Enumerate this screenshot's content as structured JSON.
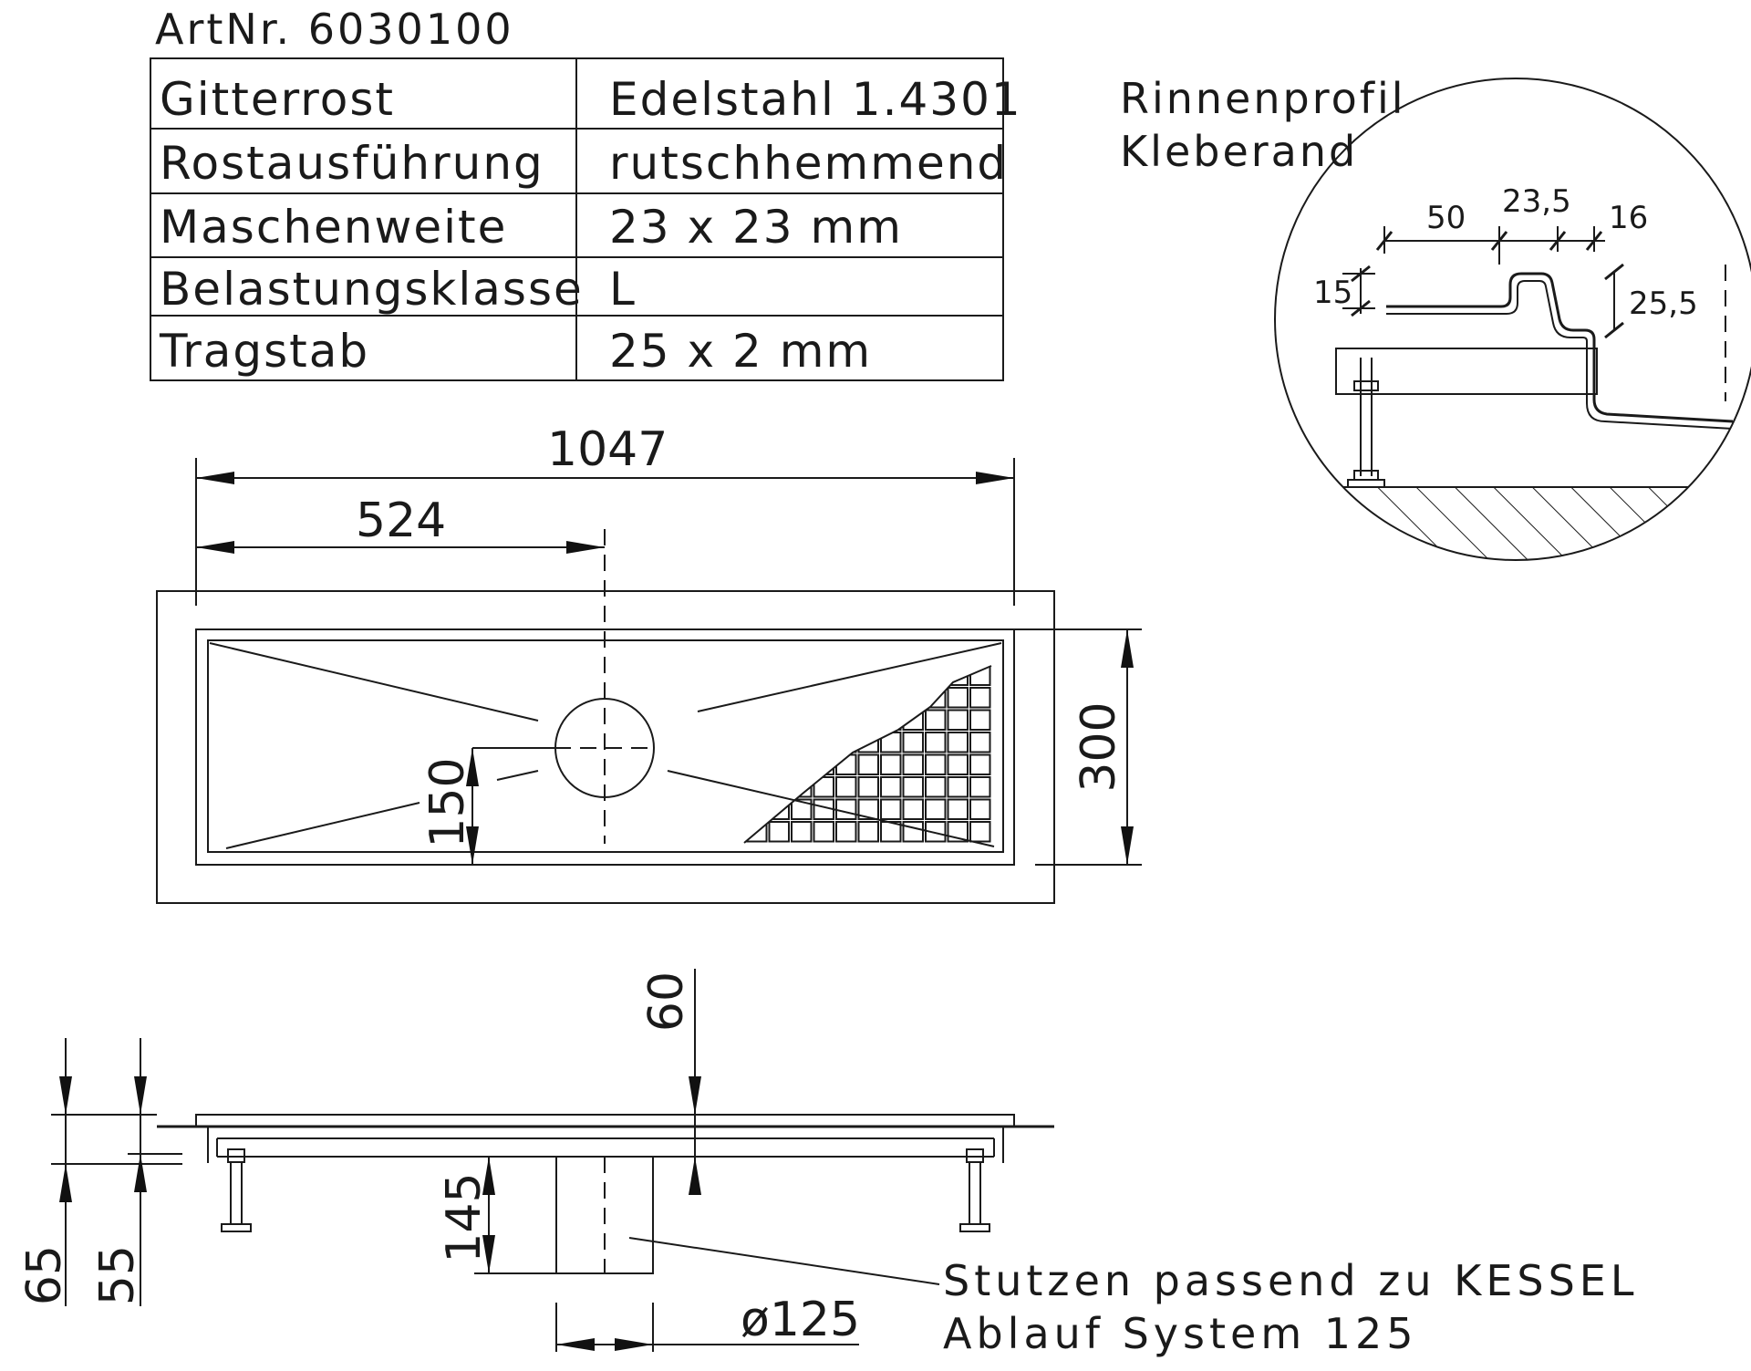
{
  "article": {
    "label": "ArtNr.  6030100"
  },
  "spec_table": {
    "rows": [
      {
        "name": "Gitterrost",
        "value": "Edelstahl  1.4301"
      },
      {
        "name": "Rostausführung",
        "value": "rutschhemmend"
      },
      {
        "name": "Maschenweite",
        "value": "23  x  23  mm"
      },
      {
        "name": "Belastungsklasse",
        "value": "L"
      },
      {
        "name": "Tragstab",
        "value": "25  x  2  mm"
      }
    ]
  },
  "detail": {
    "title_line1": "Rinnenprofil",
    "title_line2": "Kleberand",
    "dims": {
      "d50": "50",
      "d23_5": "23,5",
      "d16": "16",
      "d15": "15",
      "d25_5": "25,5"
    }
  },
  "plan_view": {
    "dims": {
      "length": "1047",
      "half_length": "524",
      "width": "300",
      "outlet_offset": "150"
    }
  },
  "section_view": {
    "dims": {
      "d60": "60",
      "d145": "145",
      "d65": "65",
      "d55": "55",
      "diameter": "ø125"
    },
    "callout_line1": "Stutzen  passend  zu  KESSEL",
    "callout_line2": "Ablauf  System  125"
  },
  "grate_mesh": {
    "rows": 8,
    "cols": 12
  },
  "colors": {
    "ink": "#1a1a1a",
    "paper": "#ffffff"
  }
}
